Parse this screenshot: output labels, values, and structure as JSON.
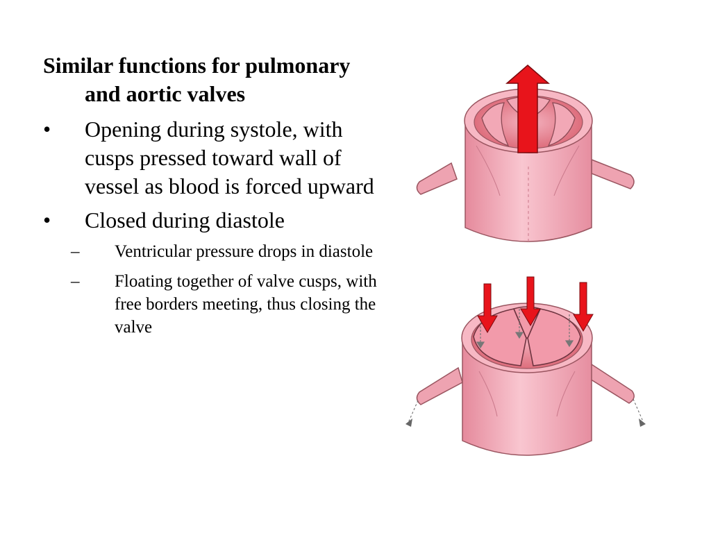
{
  "slide": {
    "heading": "Similar functions for pulmonary and aortic valves",
    "bullet_marker": "•",
    "sub_marker": "–",
    "bullets": [
      {
        "text": "Opening during systole, with cusps pressed toward wall of vessel as blood is forced upward"
      },
      {
        "text": "Closed during diastole",
        "subitems": [
          "Ventricular pressure drops in diastole",
          "Floating together of valve cusps, with free borders meeting, thus closing the valve"
        ]
      }
    ]
  },
  "figures": {
    "open_valve": {
      "state": "open",
      "arrow_color": "#e8141b",
      "tissue_color": "#f3aab8"
    },
    "closed_valve": {
      "state": "closed",
      "arrow_color": "#e8141b",
      "tissue_color": "#f3aab8"
    }
  }
}
